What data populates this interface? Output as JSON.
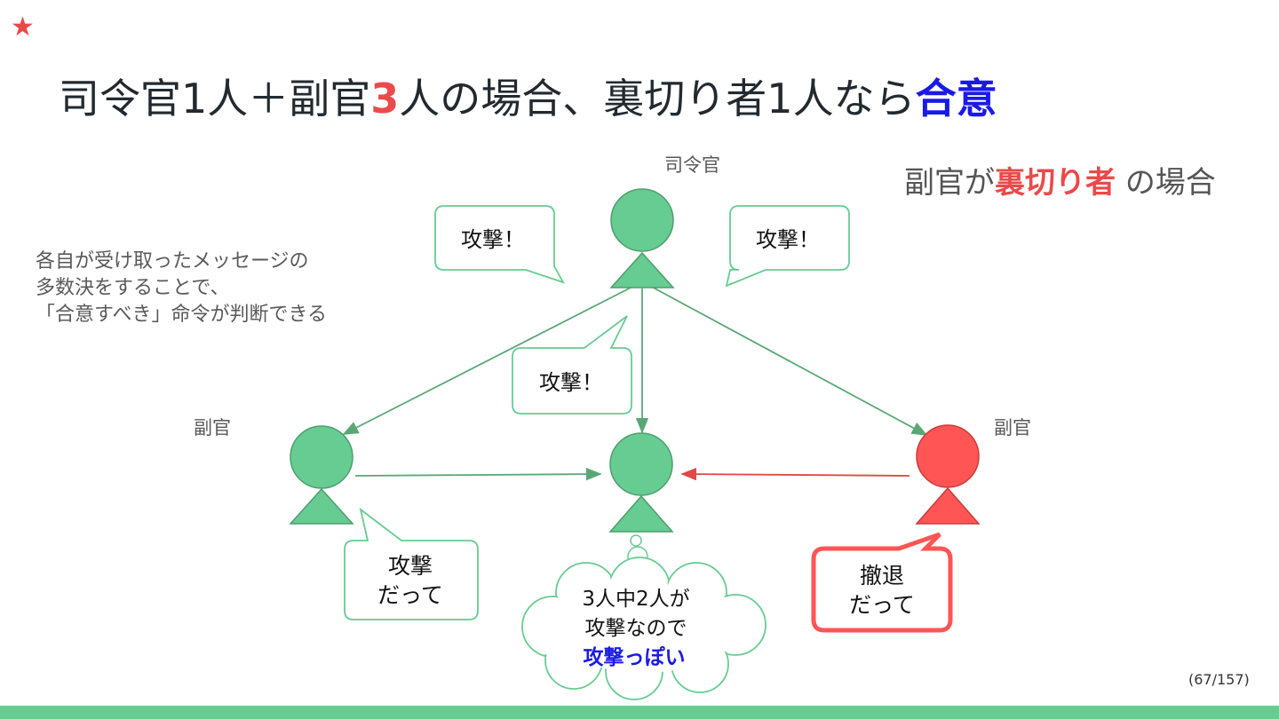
{
  "star": "★",
  "title": {
    "part1": "司令官1人＋副官",
    "highlight_number": "3",
    "part2": "人の場合、裏切り者1人なら",
    "highlight_result": "合意"
  },
  "case_label": {
    "prefix": "副官が",
    "traitor": "裏切り者",
    "suffix": "の場合"
  },
  "description": [
    "各自が受け取ったメッセージの",
    "多数決をすることで、",
    "「合意すべき」命令が判断できる"
  ],
  "nodes": {
    "commander_label": "司令官",
    "left_lieutenant_label": "副官",
    "right_lieutenant_label": "副官"
  },
  "bubbles": {
    "commander_left": "攻撃！",
    "commander_right": "攻撃！",
    "commander_center": "攻撃！",
    "left_report": [
      "攻撃",
      "だって"
    ],
    "traitor_report": [
      "撤退",
      "だって"
    ],
    "thought": [
      "3人中2人が",
      "攻撃なので",
      "攻撃っぽい"
    ]
  },
  "colors": {
    "loyal": "#66cc91",
    "traitor": "#ff5555",
    "accent_red": "#ea4a4a",
    "accent_blue": "#1a1ae6",
    "footer": "#66cc91"
  },
  "page_number": "(67/157)"
}
